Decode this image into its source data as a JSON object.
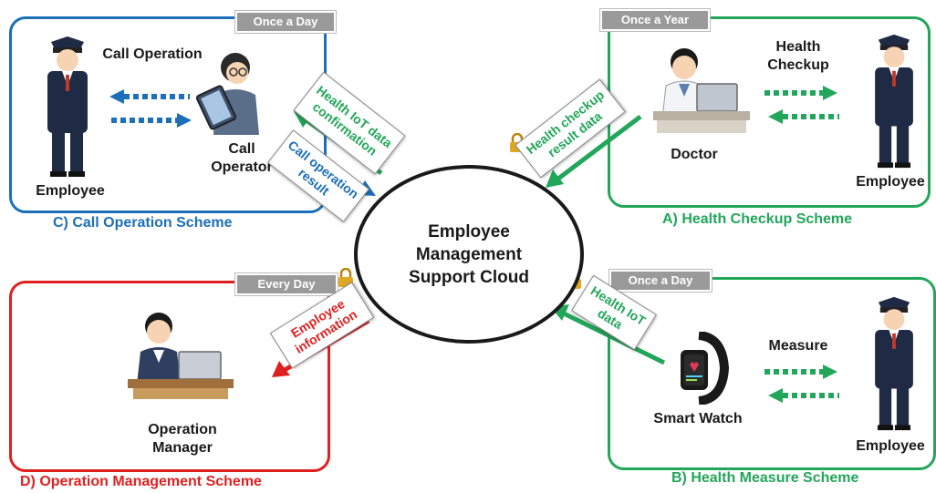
{
  "cloud": {
    "label": "Employee Management Support Cloud"
  },
  "colors": {
    "call": "#1c6fb8",
    "health": "#22a65a",
    "operation": "#e02020",
    "tag": "#9a9a9a"
  },
  "schemes": {
    "call": {
      "title": "C) Call Operation Scheme",
      "frequency": "Once a Day",
      "employee_label": "Employee",
      "operator_label": "Call Operator",
      "action_label": "Call Operation",
      "note_to_cloud": "Call operation result",
      "note_from_cloud": "Health IoT data confirmation"
    },
    "checkup": {
      "title": "A) Health Checkup Scheme",
      "frequency": "Once a Year",
      "doctor_label": "Doctor",
      "employee_label": "Employee",
      "action_label": "Health Checkup",
      "note": "Health checkup result data"
    },
    "operation": {
      "title": "D) Operation Management Scheme",
      "frequency": "Every Day",
      "manager_label": "Operation Manager",
      "note": "Employee information"
    },
    "measure": {
      "title": "B) Health Measure Scheme",
      "frequency": "Once a Day",
      "device_label": "Smart Watch",
      "employee_label": "Employee",
      "action_label": "Measure",
      "note": "Health IoT data"
    }
  }
}
